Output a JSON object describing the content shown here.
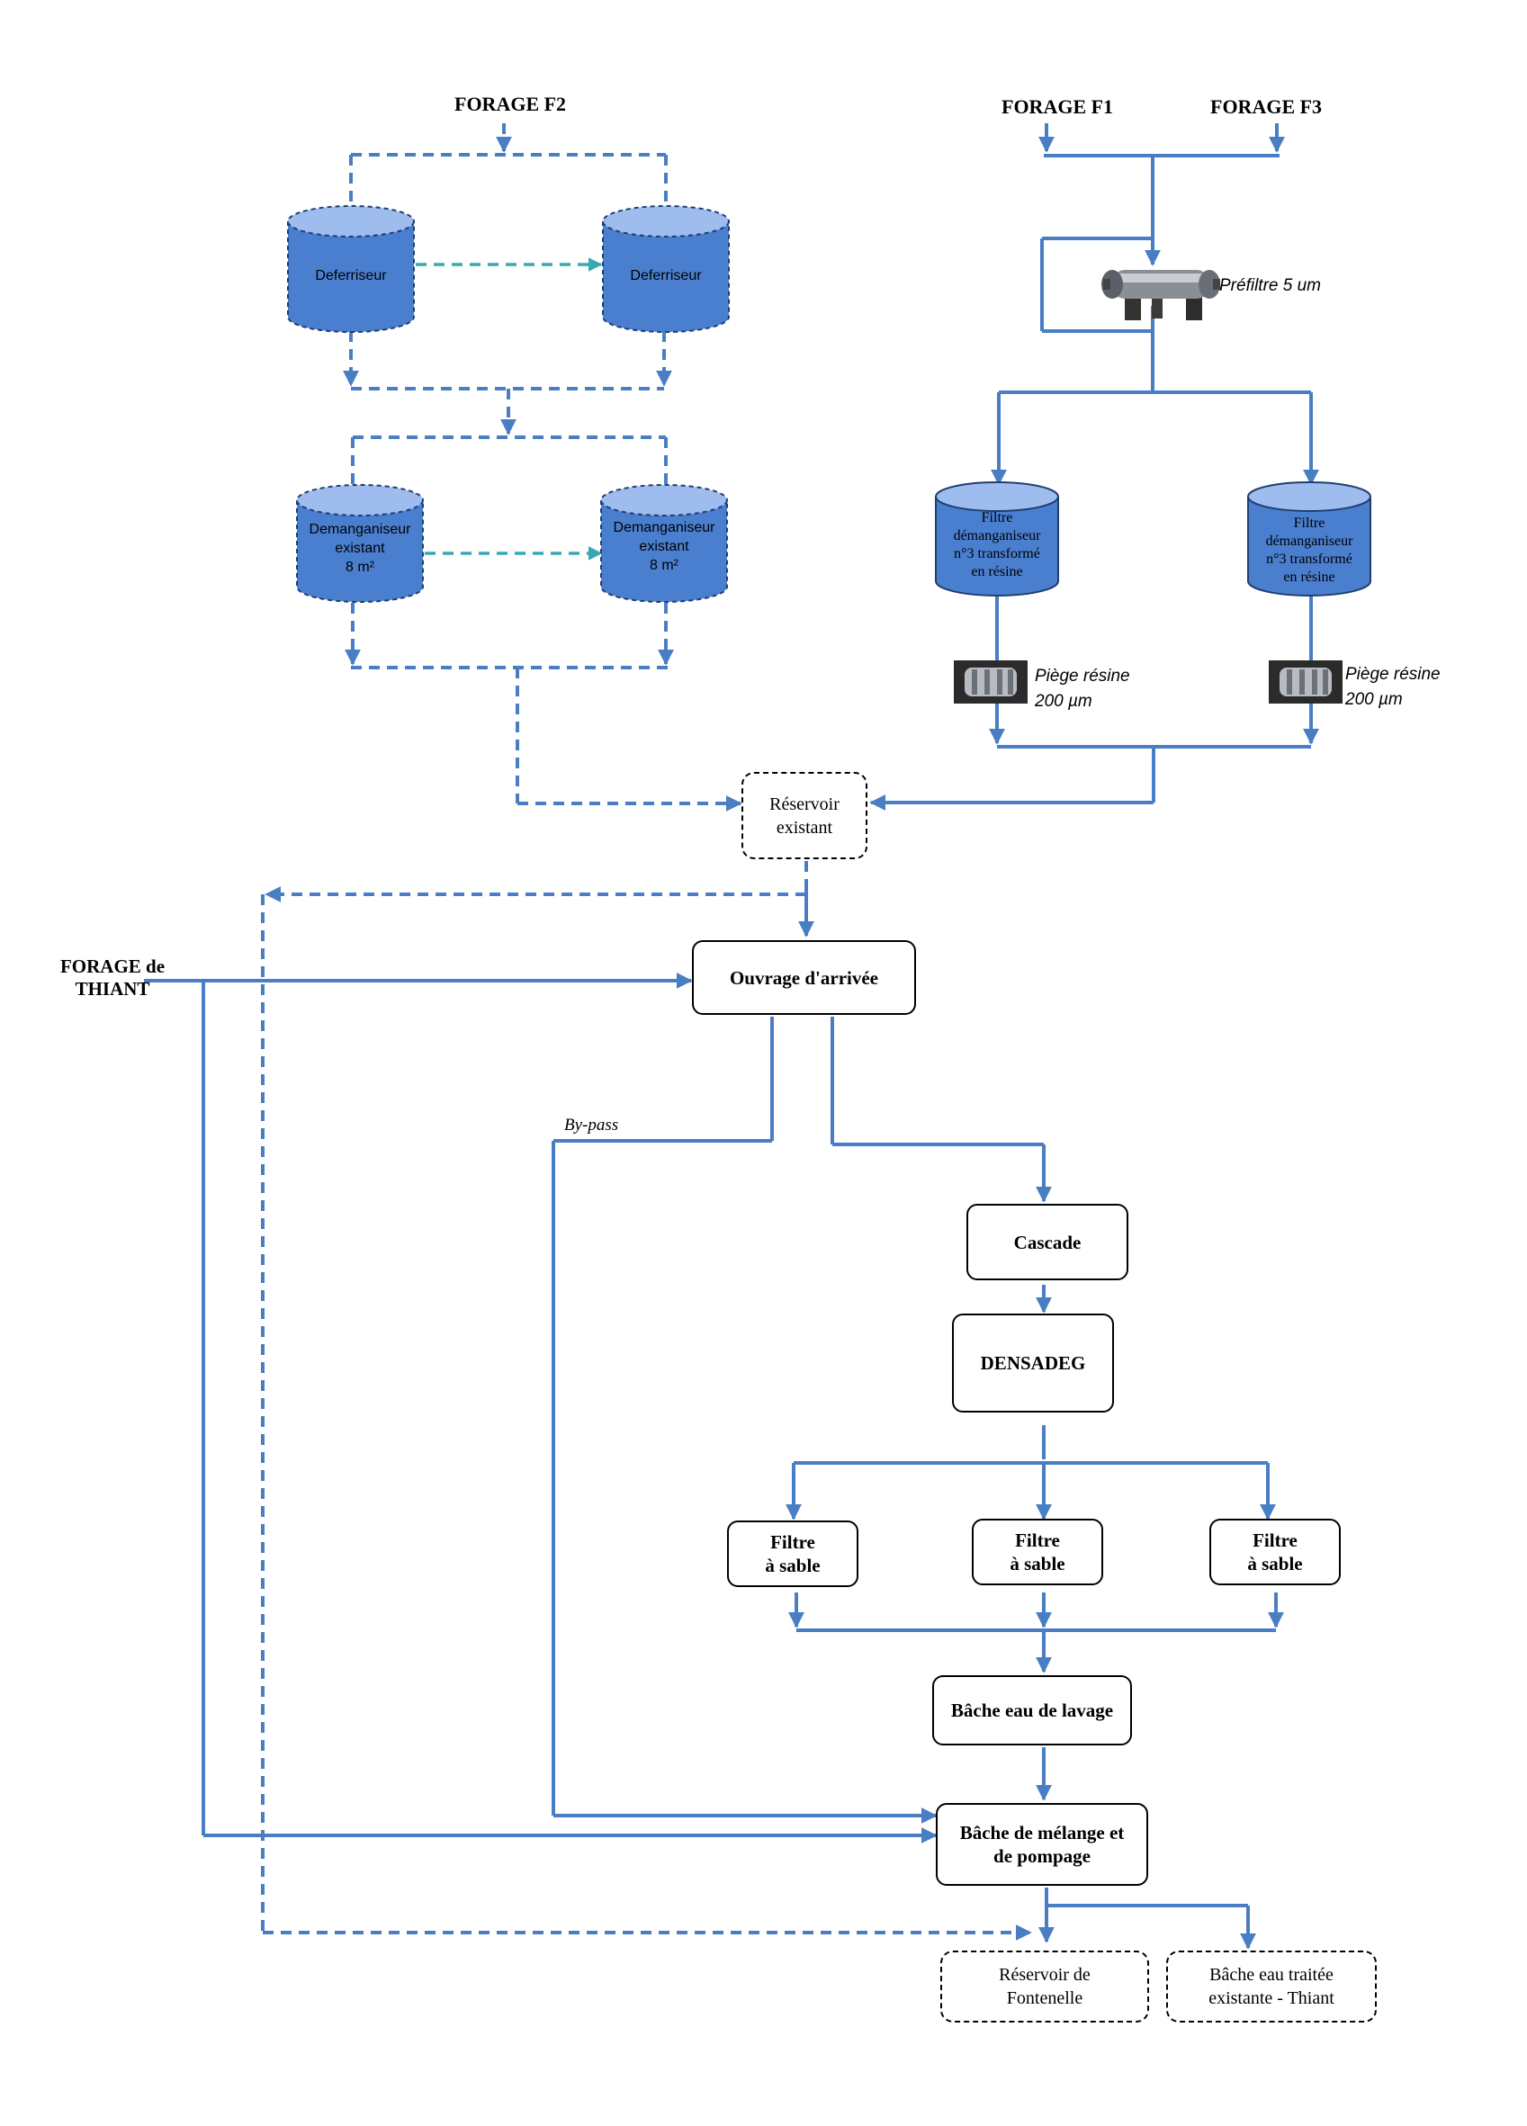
{
  "sources": {
    "forage_f2": "FORAGE F2",
    "forage_f1": "FORAGE F1",
    "forage_f3": "FORAGE F3",
    "forage_thiant_line1": "FORAGE de",
    "forage_thiant_line2": "THIANT"
  },
  "tanks": {
    "deferriseur_left": "Deferriseur",
    "deferriseur_right": "Deferriseur",
    "demang_left": [
      "Demanganiseur",
      "existant",
      "8 m²"
    ],
    "demang_right": [
      "Demanganiseur",
      "existant",
      "8 m²"
    ],
    "filtre_left": [
      "Filtre",
      "démanganiseur",
      "n°3 transformé",
      "en résine"
    ],
    "filtre_right": [
      "Filtre",
      "démanganiseur",
      "n°3 transformé",
      "en résine"
    ]
  },
  "equipment": {
    "prefiltre": "Préfiltre 5 um",
    "piege_left": [
      "Piège résine",
      "200 µm"
    ],
    "piege_right": [
      "Piège résine",
      "200 µm"
    ]
  },
  "boxes": {
    "reservoir_existant": [
      "Réservoir",
      "existant"
    ],
    "ouvrage": "Ouvrage d'arrivée",
    "bypass": "By-pass",
    "cascade": "Cascade",
    "densadeg": "DENSADEG",
    "filtre_sable_1": [
      "Filtre",
      "à sable"
    ],
    "filtre_sable_2": [
      "Filtre",
      "à sable"
    ],
    "filtre_sable_3": [
      "Filtre",
      "à sable"
    ],
    "bache_lavage": "Bâche eau de lavage",
    "bache_melange": [
      "Bâche de mélange et",
      "de pompage"
    ],
    "reservoir_fontenelle": [
      "Réservoir de",
      "Fontenelle"
    ],
    "bache_traitee": [
      "Bâche eau traitée",
      "existante - Thiant"
    ]
  },
  "colors": {
    "pipe": "#4a7ec4",
    "tank_fill": "#4a7fcf",
    "tank_top": "#9ebcee",
    "transfer_arrow": "#3aa8b0"
  }
}
